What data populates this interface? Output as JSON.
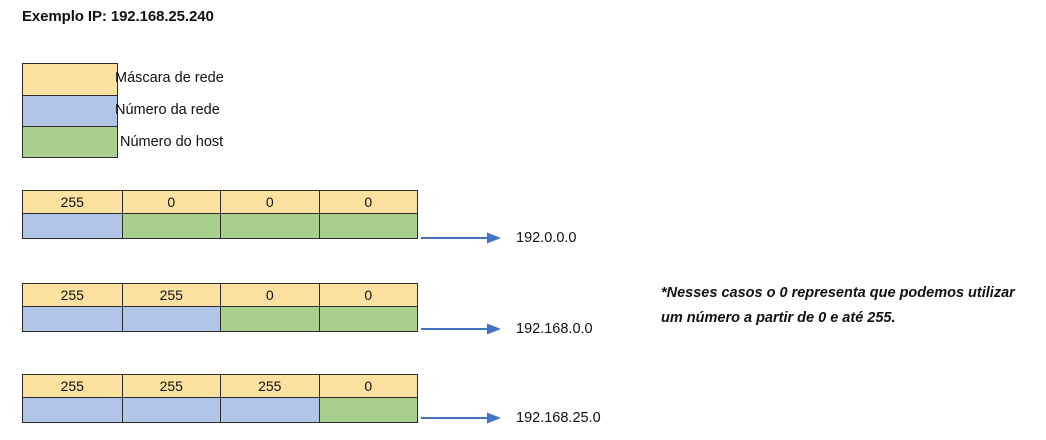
{
  "title": "Exemplo IP: 192.168.25.240",
  "colors": {
    "mask": "#fce1a0",
    "network": "#b1c5e7",
    "host": "#a9d08e",
    "border": "#2b2b2b",
    "arrow": "#4472c4",
    "text": "#111111",
    "background": "#ffffff"
  },
  "legend": {
    "items": [
      {
        "swatch": "mask",
        "label": "Máscara de rede"
      },
      {
        "swatch": "network",
        "label": "Número da rede"
      },
      {
        "swatch": "host",
        "label": "Número do host"
      }
    ]
  },
  "rows": [
    {
      "octets": [
        "255",
        "0",
        "0",
        "0"
      ],
      "kinds": [
        "network",
        "host",
        "host",
        "host"
      ],
      "result": "192.0.0.0"
    },
    {
      "octets": [
        "255",
        "255",
        "0",
        "0"
      ],
      "kinds": [
        "network",
        "network",
        "host",
        "host"
      ],
      "result": "192.168.0.0"
    },
    {
      "octets": [
        "255",
        "255",
        "255",
        "0"
      ],
      "kinds": [
        "network",
        "network",
        "network",
        "host"
      ],
      "result": "192.168.25.0"
    }
  ],
  "footnote": "*Nesses casos o 0 representa que podemos utilizar um número a partir de 0 e até 255."
}
